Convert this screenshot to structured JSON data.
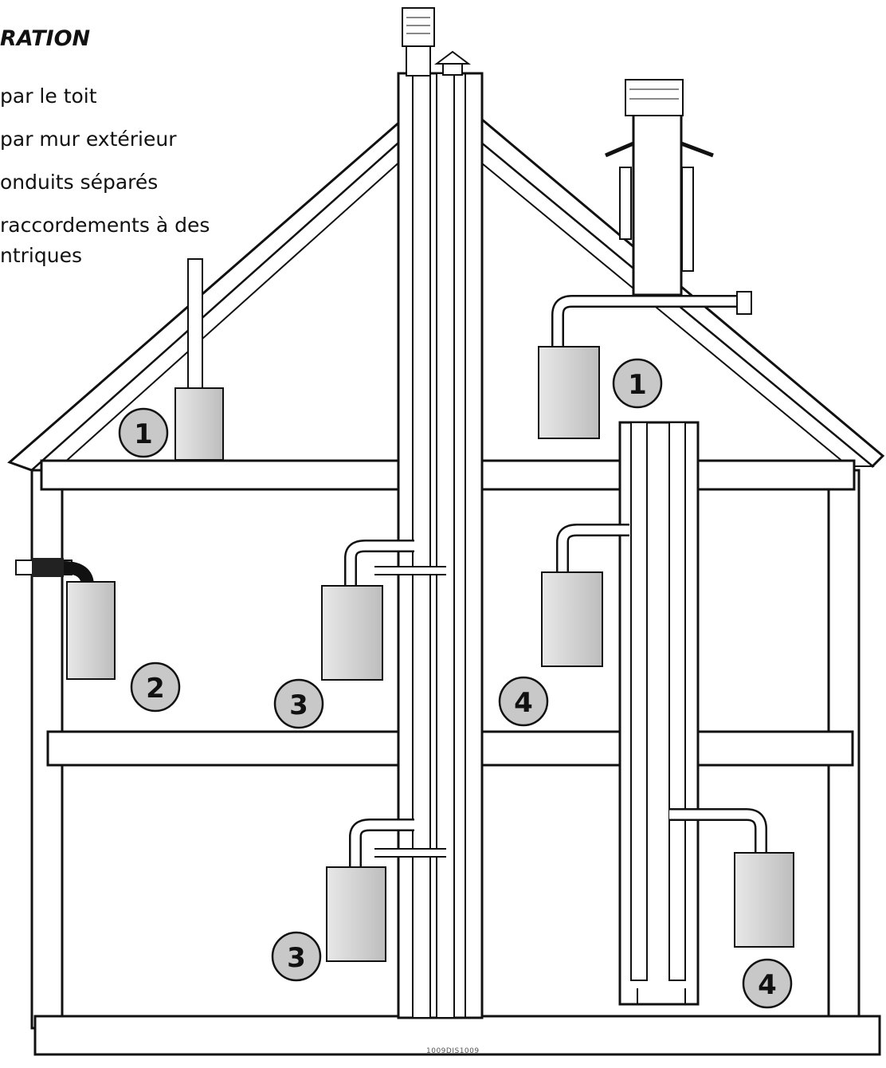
{
  "legend": {
    "title": "RATION",
    "items": [
      "par le toit",
      "par mur extérieur",
      "onduits séparés",
      "raccordements à des",
      "ntriques"
    ]
  },
  "diagram_labels": {
    "l1": "1",
    "l2": "2",
    "l3": "3",
    "l4": "4"
  },
  "reference_code": "1009DIS1009"
}
